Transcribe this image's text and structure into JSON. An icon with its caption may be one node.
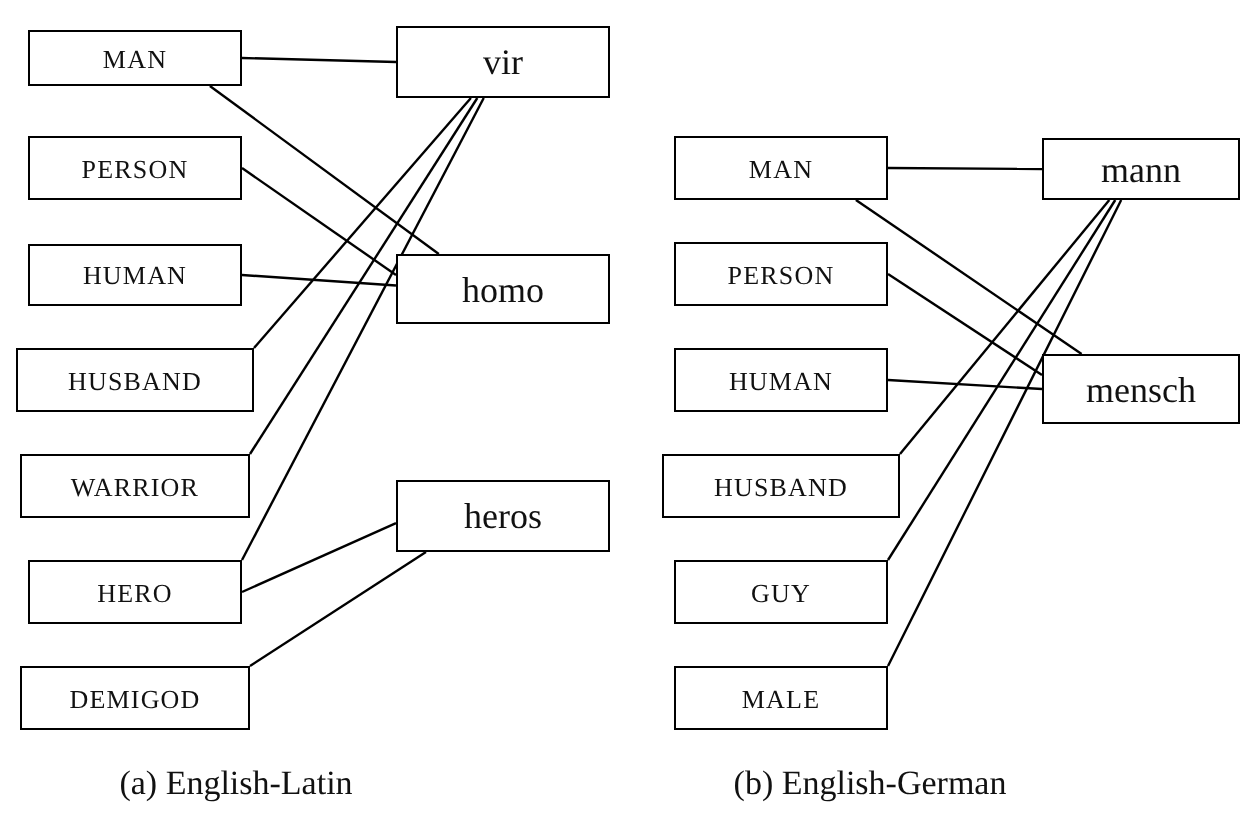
{
  "diagram": {
    "nodes": [
      {
        "text": [
          "MAN"
        ]
      },
      {
        "text": [
          "PERSON"
        ]
      },
      {
        "text": [
          "HUMAN"
        ]
      },
      {
        "text": [
          "HUSBAND"
        ]
      },
      {
        "text": [
          "WARRIOR"
        ]
      },
      {
        "text": [
          "HERO"
        ]
      },
      {
        "text": [
          "DEMIGOD"
        ]
      },
      {
        "text": [
          "vir"
        ]
      },
      {
        "text": [
          "homo"
        ]
      },
      {
        "text": [
          "heros"
        ]
      },
      {
        "text": [
          "MAN"
        ]
      },
      {
        "text": [
          "PERSON"
        ]
      },
      {
        "text": [
          "HUMAN"
        ]
      },
      {
        "text": [
          "HUSBAND"
        ]
      },
      {
        "text": [
          "GUY"
        ]
      },
      {
        "text": [
          "MALE"
        ]
      },
      {
        "text": [
          "mann"
        ]
      },
      {
        "text": [
          "mensch"
        ]
      }
    ],
    "edges": [
      {
        "from": 0,
        "to": 7,
        "arrow": "none"
      },
      {
        "from": 0,
        "to": 8,
        "arrow": "none"
      },
      {
        "from": 1,
        "to": 8,
        "arrow": "none"
      },
      {
        "from": 2,
        "to": 8,
        "arrow": "none"
      },
      {
        "from": 3,
        "to": 7,
        "arrow": "none"
      },
      {
        "from": 4,
        "to": 7,
        "arrow": "none"
      },
      {
        "from": 5,
        "to": 7,
        "arrow": "none"
      },
      {
        "from": 5,
        "to": 9,
        "arrow": "none"
      },
      {
        "from": 6,
        "to": 9,
        "arrow": "none"
      },
      {
        "from": 10,
        "to": 16,
        "arrow": "none"
      },
      {
        "from": 10,
        "to": 17,
        "arrow": "none"
      },
      {
        "from": 11,
        "to": 17,
        "arrow": "none"
      },
      {
        "from": 12,
        "to": 17,
        "arrow": "none"
      },
      {
        "from": 13,
        "to": 16,
        "arrow": "none"
      },
      {
        "from": 14,
        "to": 16,
        "arrow": "none"
      },
      {
        "from": 15,
        "to": 16,
        "arrow": "none"
      }
    ],
    "labels": [
      "(a) English-Latin",
      "(b) English-German"
    ]
  }
}
